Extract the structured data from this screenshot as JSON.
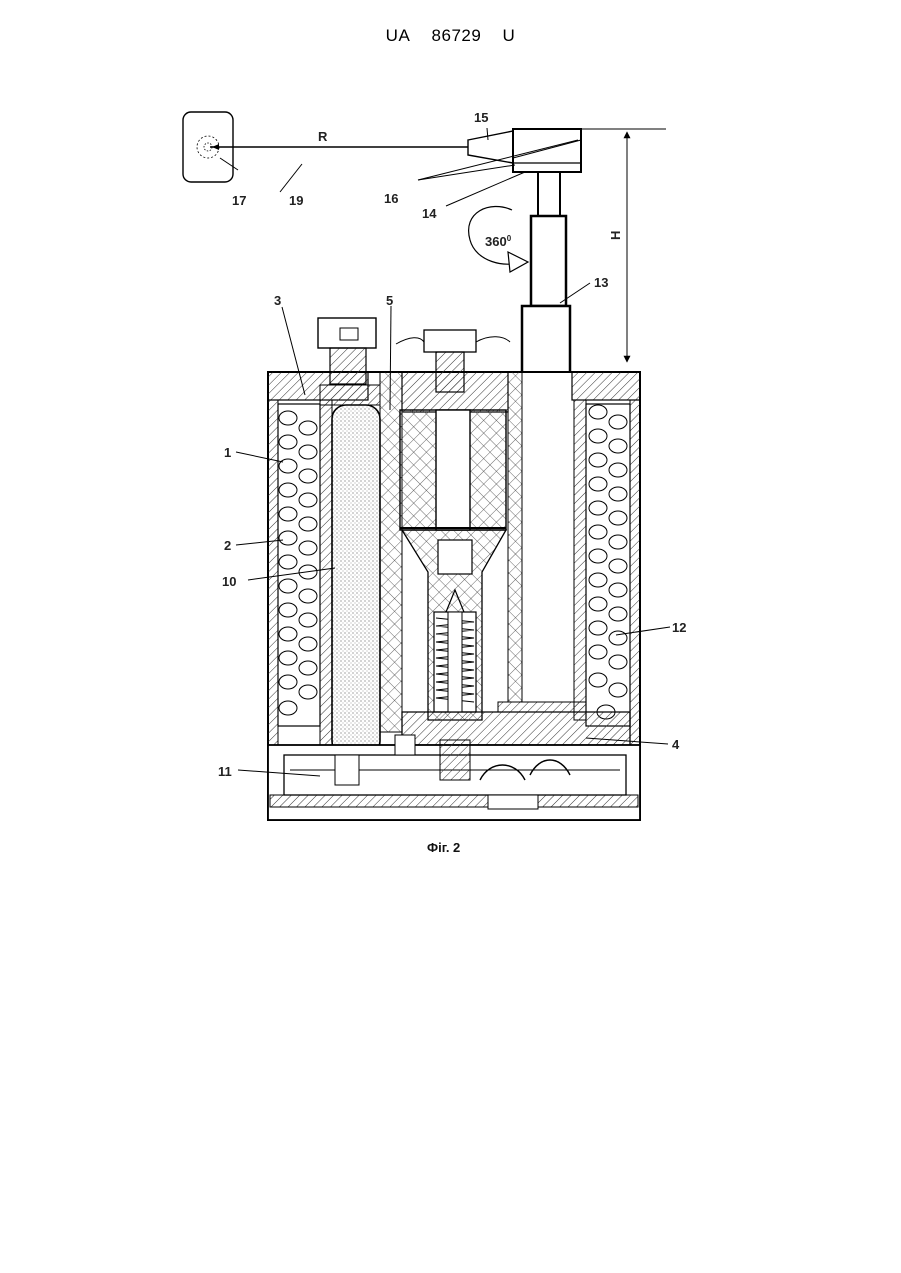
{
  "header": {
    "country": "UA",
    "number": "86729",
    "kind": "U"
  },
  "caption": "Фіг. 2",
  "dimensions": {
    "radius": "R",
    "height": "H",
    "rotation": "360",
    "rotation_sup": "0"
  },
  "labels": {
    "l1": "1",
    "l2": "2",
    "l3": "3",
    "l4": "4",
    "l5": "5",
    "l10": "10",
    "l11": "11",
    "l12": "12",
    "l13": "13",
    "l14": "14",
    "l15": "15",
    "l16": "16",
    "l17": "17",
    "l19": "19"
  }
}
